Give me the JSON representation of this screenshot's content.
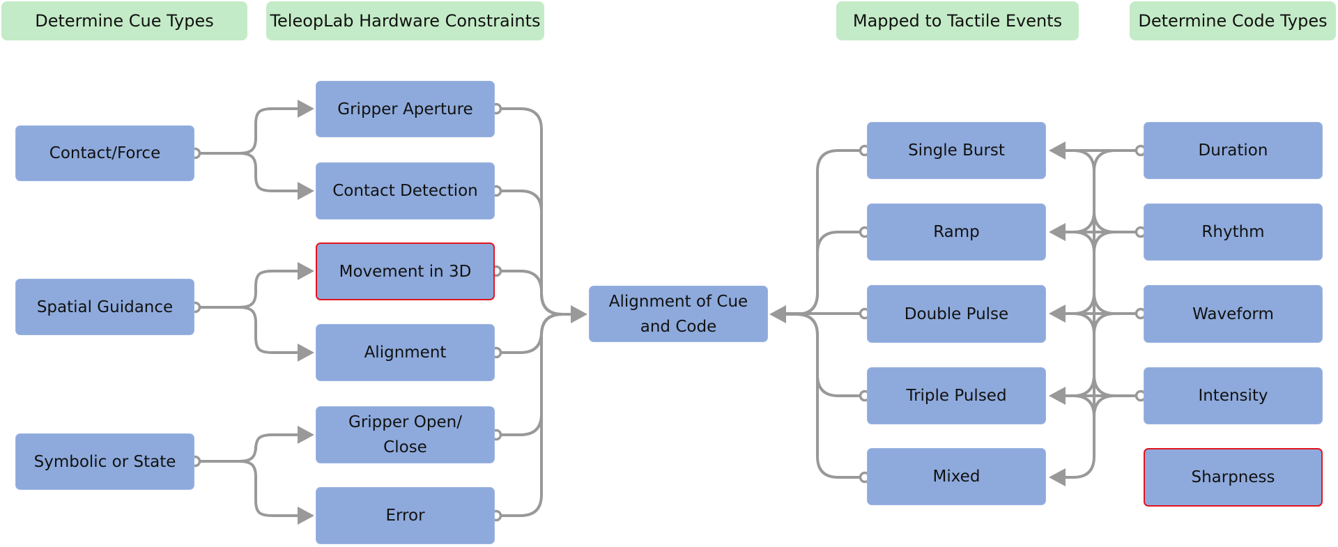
{
  "headers": {
    "cue_types": "Determine Cue Types",
    "hardware_constraints": "TeleopLab Hardware Constraints",
    "tactile_events": "Mapped to Tactile Events",
    "code_types": "Determine Code Types"
  },
  "cue_types": [
    {
      "id": "contact-force",
      "label": "Contact/Force"
    },
    {
      "id": "spatial-guidance",
      "label": "Spatial Guidance"
    },
    {
      "id": "symbolic-or-state",
      "label": "Symbolic or State"
    }
  ],
  "hardware_constraints": [
    {
      "id": "gripper-aperture",
      "label": "Gripper Aperture",
      "from": "contact-force",
      "flagged": false
    },
    {
      "id": "contact-detection",
      "label": "Contact Detection",
      "from": "contact-force",
      "flagged": false
    },
    {
      "id": "movement-in-3d",
      "label": "Movement in 3D",
      "from": "spatial-guidance",
      "flagged": true
    },
    {
      "id": "alignment",
      "label": "Alignment",
      "from": "spatial-guidance",
      "flagged": false
    },
    {
      "id": "gripper-open-close",
      "label": "Gripper Open/ Close",
      "from": "symbolic-or-state",
      "flagged": false
    },
    {
      "id": "error",
      "label": "Error",
      "from": "symbolic-or-state",
      "flagged": false
    }
  ],
  "center": {
    "id": "alignment-of-cue-and-code",
    "label": "Alignment of Cue and Code"
  },
  "tactile_events": [
    {
      "id": "single-burst",
      "label": "Single Burst"
    },
    {
      "id": "ramp",
      "label": "Ramp"
    },
    {
      "id": "double-pulse",
      "label": "Double Pulse"
    },
    {
      "id": "triple-pulsed",
      "label": "Triple Pulsed"
    },
    {
      "id": "mixed",
      "label": "Mixed"
    }
  ],
  "code_types": [
    {
      "id": "duration",
      "label": "Duration",
      "connected": true,
      "flagged": false
    },
    {
      "id": "rhythm",
      "label": "Rhythm",
      "connected": true,
      "flagged": false
    },
    {
      "id": "waveform",
      "label": "Waveform",
      "connected": true,
      "flagged": false
    },
    {
      "id": "intensity",
      "label": "Intensity",
      "connected": true,
      "flagged": false
    },
    {
      "id": "sharpness",
      "label": "Sharpness",
      "connected": false,
      "flagged": true
    }
  ],
  "colors": {
    "header_fill": "#c4ebc7",
    "node_fill": "#8eaadc",
    "flag_border": "#e4141d",
    "connector": "#999999"
  }
}
